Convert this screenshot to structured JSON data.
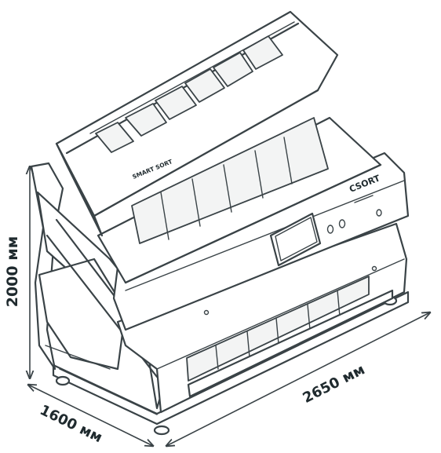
{
  "dimensions": {
    "height": "2000 мм",
    "depth": "1600 мм",
    "width": "2650 мм"
  },
  "branding": {
    "hopper_logo": "SMART SORT",
    "panel_logo": "CSORT"
  }
}
